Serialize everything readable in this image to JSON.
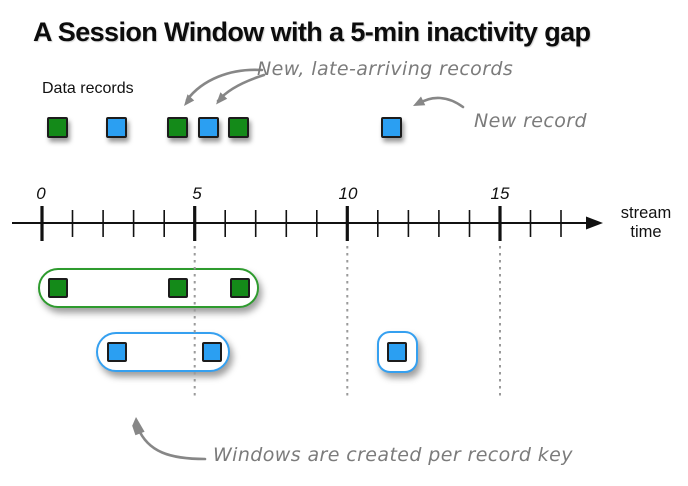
{
  "title": "A Session Window with a 5-min inactivity gap",
  "annotations": {
    "data_records_label": "Data records",
    "late_records_note": "New, late-arriving records",
    "new_record_note": "New record",
    "per_key_note": "Windows are created per record key"
  },
  "axis": {
    "caption_line1": "stream",
    "caption_line2": "time",
    "major_ticks": [
      {
        "t": 0,
        "label": "0"
      },
      {
        "t": 5,
        "label": "5"
      },
      {
        "t": 10,
        "label": "10"
      },
      {
        "t": 15,
        "label": "15"
      }
    ],
    "minor_tick_interval": 1,
    "visible_range": [
      0,
      17
    ],
    "dotted_gridlines_at": [
      5,
      10,
      15
    ],
    "inactivity_gap_minutes": 5
  },
  "diagram": {
    "top_row_records": [
      {
        "key": "green",
        "approx_time": 0.5
      },
      {
        "key": "blue",
        "approx_time": 2.4
      },
      {
        "key": "green",
        "approx_time": 4.4,
        "note": "late-arriving"
      },
      {
        "key": "blue",
        "approx_time": 5.4,
        "note": "late-arriving"
      },
      {
        "key": "green",
        "approx_time": 6.4
      },
      {
        "key": "blue",
        "approx_time": 11.4,
        "note": "new record"
      }
    ],
    "session_windows": [
      {
        "key": "green",
        "approx_span": [
          0,
          7
        ],
        "record_times": [
          0.5,
          4.4,
          6.4
        ]
      },
      {
        "key": "blue",
        "approx_span": [
          2,
          6.2
        ],
        "record_times": [
          2.4,
          5.4
        ]
      },
      {
        "key": "blue",
        "approx_span": [
          11,
          12.2
        ],
        "record_times": [
          11.4
        ]
      }
    ]
  },
  "colors": {
    "green_fill": "#148a19",
    "blue_fill": "#2b9ff2",
    "square_border": "#1c1c1c",
    "green_window_border": "#2e9b2e",
    "blue_window_border": "#35a0f0",
    "annotation_gray": "#7b7b7b",
    "axis_black": "#111111",
    "dotted_gray": "#9a9a9a"
  }
}
